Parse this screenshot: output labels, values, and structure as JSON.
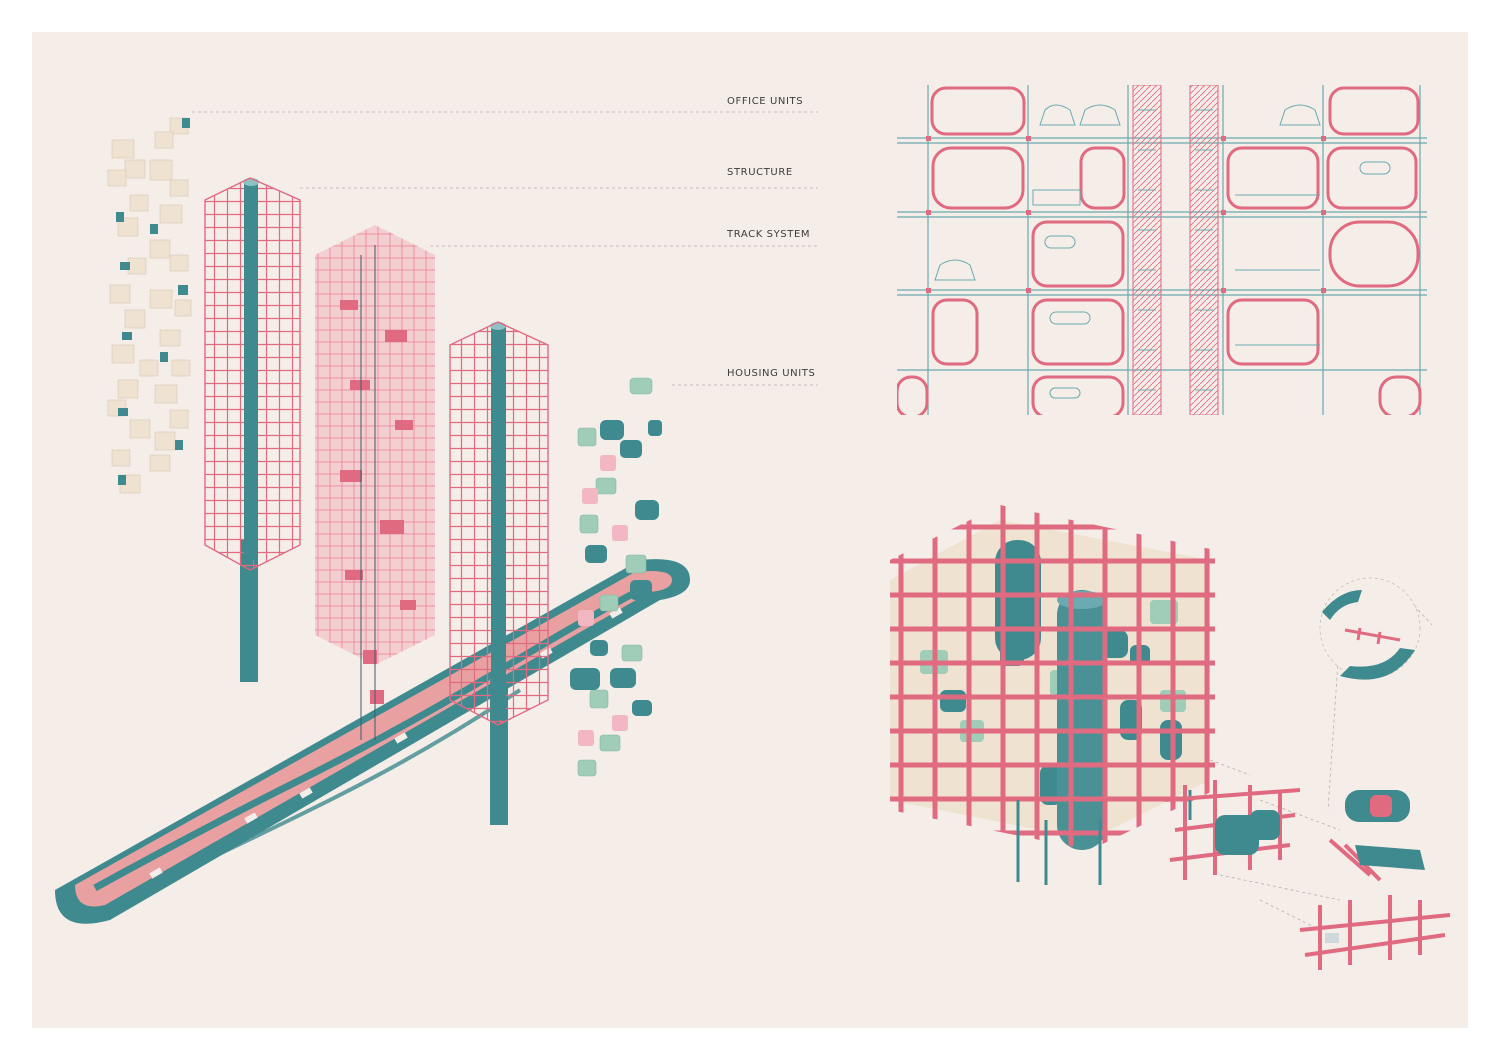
{
  "labels": {
    "office_units": "OFFICE UNITS",
    "structure": "STRUCTURE",
    "track_system": "TRACK SYSTEM",
    "housing_units": "HOUSING UNITS"
  },
  "colors": {
    "background": "#f5ede8",
    "structure_pink": "#e06a80",
    "teal": "#3f8a8f",
    "mint": "#9fcdb8",
    "cream": "#efe2d0",
    "track_pink": "#e8a0a0"
  }
}
